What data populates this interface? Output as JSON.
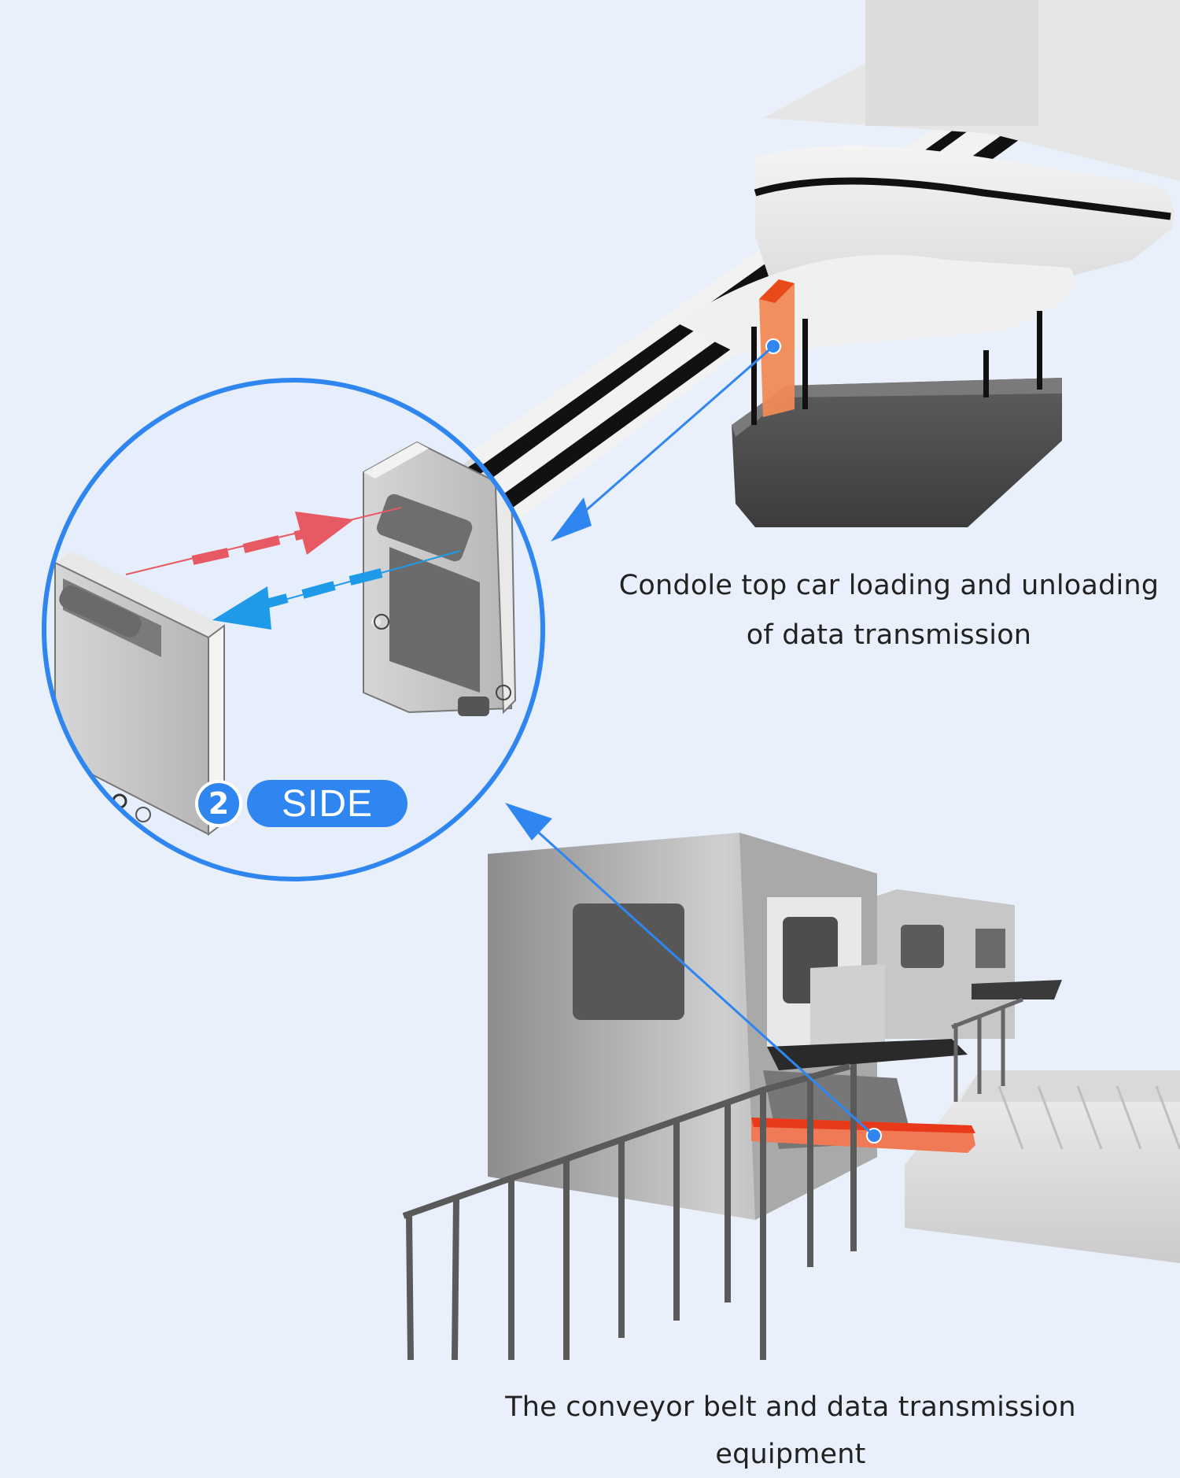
{
  "captions": {
    "top_line1": "Condole top car loading and unloading",
    "top_line2": "of data transmission",
    "bottom": "The conveyor belt and data transmission equipment"
  },
  "badge": {
    "number": "2",
    "label": "SIDE"
  },
  "colors": {
    "background": "#e9f0fc",
    "accent_blue": "#2f86f0",
    "arrow_red": "#e85a63",
    "arrow_blue": "#1f9ae8",
    "sensor_orange": "#f07a3f"
  }
}
